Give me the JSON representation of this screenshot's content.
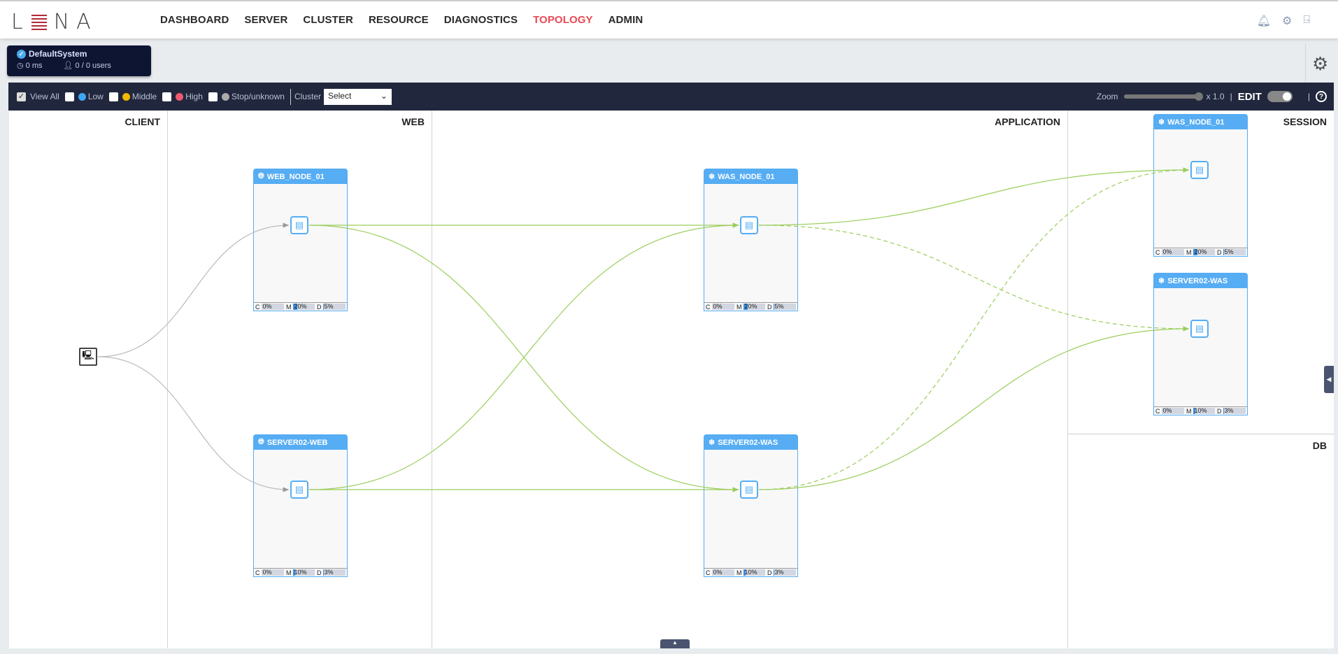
{
  "brand": {
    "logo": "LENA"
  },
  "nav": [
    "DASHBOARD",
    "SERVER",
    "CLUSTER",
    "RESOURCE",
    "DIAGNOSTICS",
    "TOPOLOGY",
    "ADMIN"
  ],
  "nav_active": "TOPOLOGY",
  "header_icons": [
    "bell-icon",
    "gear-icon",
    "logout-icon"
  ],
  "system": {
    "name": "DefaultSystem",
    "response": "0 ms",
    "users": "0 / 0 users"
  },
  "toolbar": {
    "view_all": "View All",
    "low": "Low",
    "middle": "Middle",
    "high": "High",
    "stop": "Stop/unknown",
    "cluster_label": "Cluster",
    "cluster_value": "Select",
    "zoom_label": "Zoom",
    "zoom_value": "x 1.0",
    "edit_label": "EDIT",
    "edit_on": true,
    "view_all_checked": true
  },
  "status_colors": {
    "low": "#3da5f4",
    "middle": "#f5b800",
    "high": "#ef5a6f",
    "stop": "#aaaaaa"
  },
  "columns": {
    "client": "CLIENT",
    "web": "WEB",
    "application": "APPLICATION",
    "session": "SESSION",
    "db": "DB"
  },
  "nodes": [
    {
      "id": "web1",
      "name": "WEB_NODE_01",
      "kind": "web",
      "cpu": "0%",
      "mem": "20%",
      "disk": "5%",
      "cpu_v": 0,
      "mem_v": 20,
      "disk_v": 5
    },
    {
      "id": "web2",
      "name": "SERVER02-WEB",
      "kind": "web",
      "cpu": "0%",
      "mem": "10%",
      "disk": "3%",
      "cpu_v": 0,
      "mem_v": 10,
      "disk_v": 3
    },
    {
      "id": "was1",
      "name": "WAS_NODE_01",
      "kind": "was",
      "cpu": "0%",
      "mem": "20%",
      "disk": "5%",
      "cpu_v": 0,
      "mem_v": 20,
      "disk_v": 5
    },
    {
      "id": "was2",
      "name": "SERVER02-WAS",
      "kind": "was",
      "cpu": "0%",
      "mem": "10%",
      "disk": "3%",
      "cpu_v": 0,
      "mem_v": 10,
      "disk_v": 3
    },
    {
      "id": "ses1",
      "name": "WAS_NODE_01",
      "kind": "session",
      "cpu": "0%",
      "mem": "20%",
      "disk": "5%",
      "cpu_v": 0,
      "mem_v": 20,
      "disk_v": 5
    },
    {
      "id": "ses2",
      "name": "SERVER02-WAS",
      "kind": "session",
      "cpu": "0%",
      "mem": "10%",
      "disk": "3%",
      "cpu_v": 0,
      "mem_v": 10,
      "disk_v": 3
    }
  ],
  "metric_labels": {
    "cpu": "C",
    "mem": "M",
    "disk": "D"
  },
  "edges": [
    {
      "from": "client",
      "to": "web1",
      "style": "client"
    },
    {
      "from": "client",
      "to": "web2",
      "style": "client"
    },
    {
      "from": "web1",
      "to": "was1",
      "style": "solid"
    },
    {
      "from": "web1",
      "to": "was2",
      "style": "solid"
    },
    {
      "from": "web2",
      "to": "was1",
      "style": "solid"
    },
    {
      "from": "web2",
      "to": "was2",
      "style": "solid"
    },
    {
      "from": "was1",
      "to": "ses1",
      "style": "solid"
    },
    {
      "from": "was1",
      "to": "ses2",
      "style": "dashed"
    },
    {
      "from": "was2",
      "to": "ses1",
      "style": "dashed"
    },
    {
      "from": "was2",
      "to": "ses2",
      "style": "solid"
    }
  ]
}
